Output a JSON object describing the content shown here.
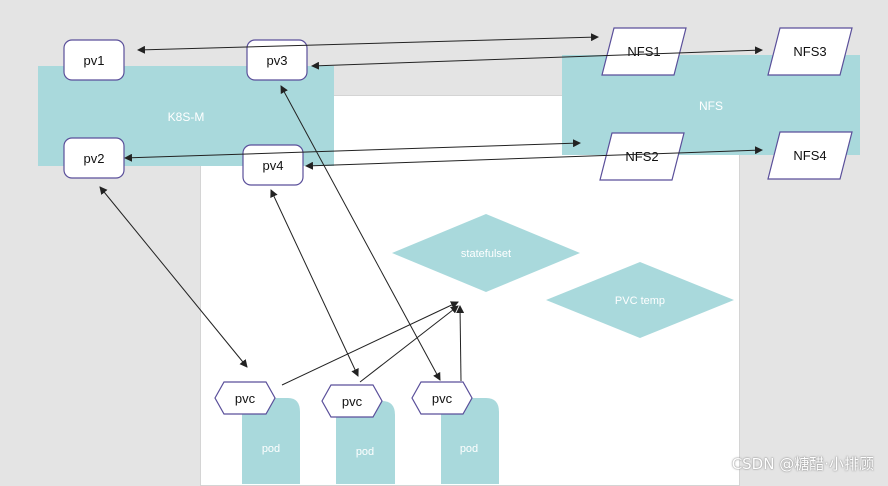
{
  "colors": {
    "background": "#e4e4e4",
    "panel": "#ffffff",
    "teal_fill": "#a9d9dc",
    "teal_text": "#ffffff",
    "node_border": "#5a4f9a",
    "arrow": "#222222"
  },
  "diagram": {
    "k8s_region": "K8S-M",
    "nfs_region": "NFS",
    "persistent_volumes": [
      "pv1",
      "pv3",
      "pv2",
      "pv4"
    ],
    "nfs_shares": [
      "NFS1",
      "NFS3",
      "NFS2",
      "NFS4"
    ],
    "statefulset": "statefulset",
    "pvc_template": "PVC temp",
    "claims": [
      "pvc",
      "pvc",
      "pvc"
    ],
    "pods": [
      "pod",
      "pod",
      "pod"
    ],
    "links": [
      [
        "pv1",
        "NFS1"
      ],
      [
        "pv3",
        "NFS3"
      ],
      [
        "pv2",
        "NFS2"
      ],
      [
        "pv4",
        "NFS4"
      ],
      [
        "pv2",
        "pvc1"
      ],
      [
        "pv4",
        "pvc2"
      ],
      [
        "pv3",
        "pvc3"
      ],
      [
        "statefulset",
        "pvc1"
      ],
      [
        "statefulset",
        "pvc2"
      ],
      [
        "statefulset",
        "pvc3"
      ]
    ]
  },
  "watermark": "CSDN @糖醋·小排顾"
}
